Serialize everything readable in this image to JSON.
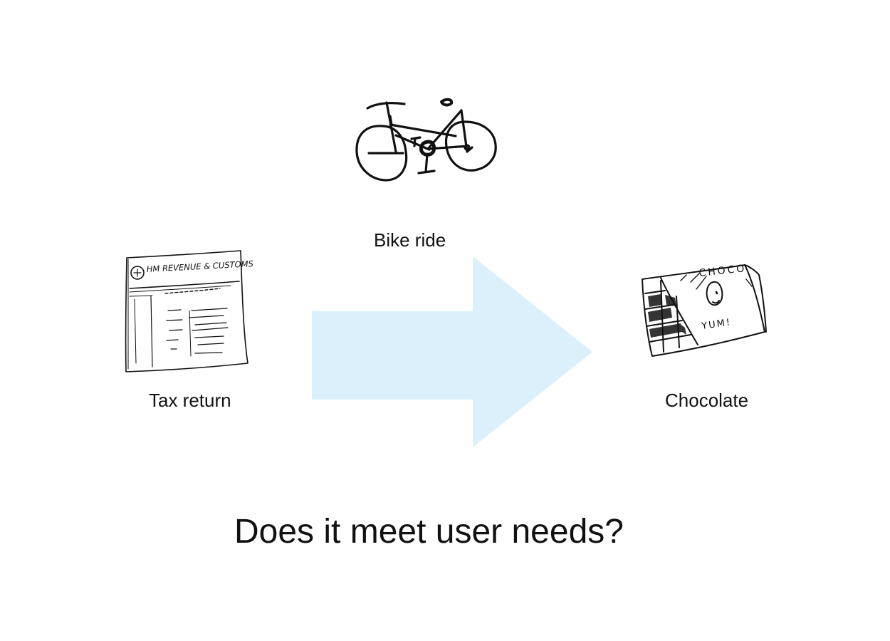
{
  "slide": {
    "items": {
      "bike": {
        "label": "Bike ride",
        "icon": "bicycle-sketch-icon"
      },
      "tax": {
        "label": "Tax return",
        "icon": "tax-form-sketch-icon",
        "header_text": "HM REVENUE & CUSTOMS"
      },
      "chocolate": {
        "label": "Chocolate",
        "icon": "chocolate-bar-sketch-icon",
        "wrapper_text_top": "CHOCO",
        "wrapper_text_bottom": "YUM!"
      }
    },
    "arrow": {
      "icon": "right-arrow-icon",
      "color": "#dbf0fb"
    },
    "question": "Does it meet user needs?"
  }
}
